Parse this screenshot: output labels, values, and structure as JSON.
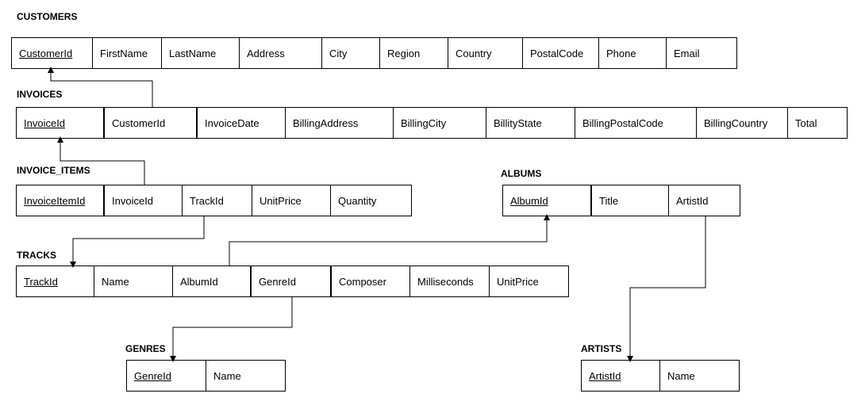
{
  "tables": {
    "customers": {
      "title": "CUSTOMERS",
      "columns": [
        "CustomerId",
        "FirstName",
        "LastName",
        "Address",
        "City",
        "Region",
        "Country",
        "PostalCode",
        "Phone",
        "Email"
      ],
      "primary_key": "CustomerId"
    },
    "invoices": {
      "title": "INVOICES",
      "columns": [
        "InvoiceId",
        "CustomerId",
        "InvoiceDate",
        "BillingAddress",
        "BillingCity",
        "BillityState",
        "BillingPostalCode",
        "BillingCountry",
        "Total"
      ],
      "primary_key": "InvoiceId"
    },
    "invoice_items": {
      "title": "INVOICE_ITEMS",
      "columns": [
        "InvoiceItemId",
        "InvoiceId",
        "TrackId",
        "UnitPrice",
        "Quantity"
      ],
      "primary_key": "InvoiceItemId"
    },
    "albums": {
      "title": "ALBUMS",
      "columns": [
        "AlbumId",
        "Title",
        "ArtistId"
      ],
      "primary_key": "AlbumId"
    },
    "tracks": {
      "title": "TRACKS",
      "columns": [
        "TrackId",
        "Name",
        "AlbumId",
        "GenreId",
        "Composer",
        "Milliseconds",
        "UnitPrice"
      ],
      "primary_key": "TrackId"
    },
    "genres": {
      "title": "GENRES",
      "columns": [
        "GenreId",
        "Name"
      ],
      "primary_key": "GenreId"
    },
    "artists": {
      "title": "ARTISTS",
      "columns": [
        "ArtistId",
        "Name"
      ],
      "primary_key": "ArtistId"
    }
  },
  "relationships": [
    {
      "from": "invoices.CustomerId",
      "to": "customers.CustomerId"
    },
    {
      "from": "invoice_items.InvoiceId",
      "to": "invoices.InvoiceId"
    },
    {
      "from": "invoice_items.TrackId",
      "to": "tracks.TrackId"
    },
    {
      "from": "tracks.AlbumId",
      "to": "albums.AlbumId"
    },
    {
      "from": "tracks.GenreId",
      "to": "genres.GenreId"
    },
    {
      "from": "albums.ArtistId",
      "to": "artists.ArtistId"
    }
  ],
  "colors": {
    "line": "#000000",
    "background": "#ffffff"
  }
}
